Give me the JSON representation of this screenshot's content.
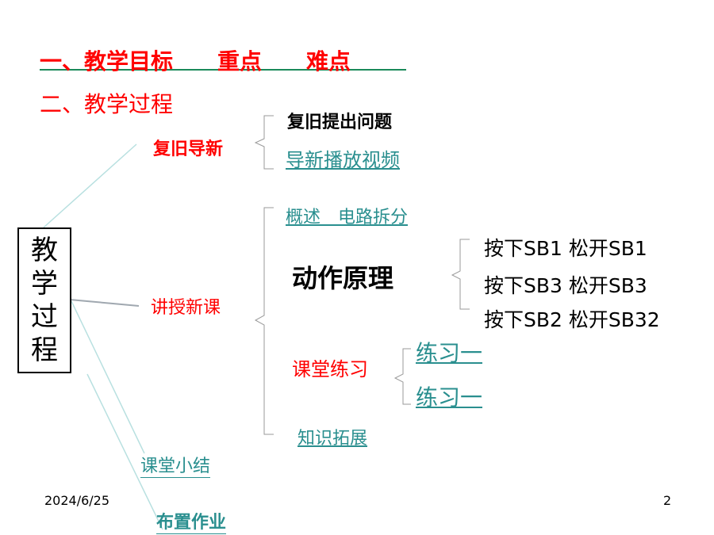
{
  "heading": {
    "line1": "一、教学目标　　重点　　难点",
    "line2": "二、教学过程"
  },
  "box_chars": [
    "教",
    "学",
    "过",
    "程"
  ],
  "branches": {
    "review": "复旧导新",
    "teach": "讲授新课",
    "summary": "课堂小结",
    "homework": "布置作业"
  },
  "review_items": {
    "item1": "复旧提出问题",
    "item2": "导新播放视频"
  },
  "teach_items": {
    "overview": "概述　电路拆分",
    "principle": "动作原理",
    "practice": "课堂练习",
    "extension": "知识拓展"
  },
  "principle_steps": [
    "按下SB1  松开SB1",
    "按下SB3 松开SB3",
    "按下SB2  松开SB32"
  ],
  "practice_items": [
    "练习一",
    "练习一"
  ],
  "footer": {
    "date": "2024/6/25",
    "page": "2"
  },
  "colors": {
    "red": "#ff0000",
    "teal": "#2a8f8f",
    "green_rule": "#1a8a5a",
    "connector": "#b8e0e0",
    "bracket": "#9a9a9a"
  }
}
